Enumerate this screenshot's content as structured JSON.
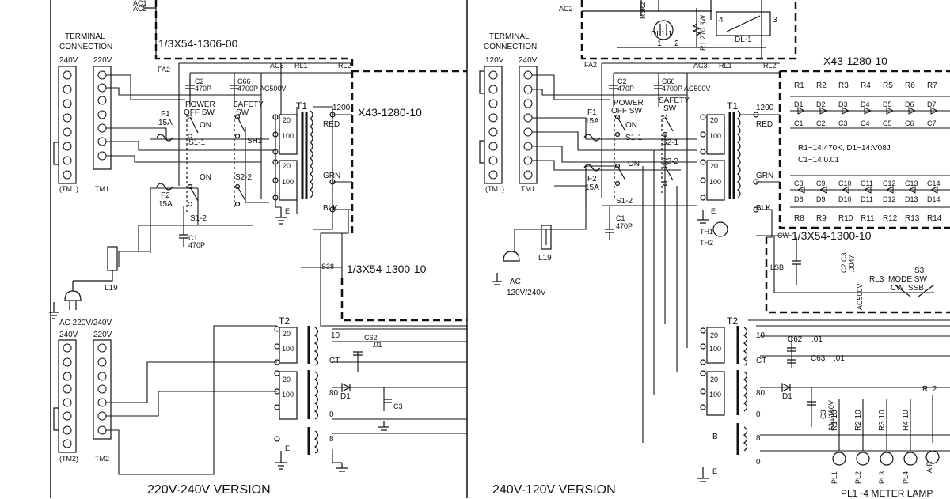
{
  "left_panel": {
    "terminal_title_1": "TERMINAL",
    "terminal_title_2": "CONNECTION",
    "tm1_col_a": "240V",
    "tm1_col_b": "220V",
    "tm1_label_a": "(TM1)",
    "tm1_label_b": "TM1",
    "unit_top": "1/3X54-1306-00",
    "unit_right": "X43-1280-10",
    "unit_mid": "1/3X54-1300-10",
    "ac_top_1": "AC1",
    "ac_top_2": "AC2",
    "fa2": "FA2",
    "ac3": "AC3",
    "rl1": "RL1",
    "rl2": "RL2",
    "c2": "C2",
    "c2_val": "470P",
    "c66": "C66",
    "c66_val": "4700P AC500V",
    "power_sw": "POWER",
    "power_sw2": "OFF SW",
    "on": "ON",
    "safety_sw": "SAFETY",
    "safety_sw2": "SW",
    "f1": "F1",
    "f1_val": "15A",
    "s1_1": "S1-1",
    "sh2": "SH2",
    "s2_2": "S2-2",
    "f2": "F2",
    "f2_val": "15A",
    "s1_2": "S1-2",
    "c1": "C1",
    "c1_val": "470P",
    "t1": "T1",
    "v1200": "1200",
    "red": "RED",
    "grn": "GRN",
    "blk": "BLK",
    "e": "E",
    "tap20": "20",
    "tap100": "100",
    "l19": "L19",
    "ac_in": "AC 220V/240V",
    "tm2_col_a": "240V",
    "tm2_col_b": "220V",
    "tm2_label_a": "(TM2)",
    "tm2_label_b": "TM2",
    "t2": "T2",
    "ten": "10",
    "ct": "CT",
    "eighty": "80",
    "eight": "8",
    "zero": "0",
    "d1": "D1",
    "c3": "C3",
    "c62": "C62",
    "c62_val": ".01",
    "s38": "S38",
    "version": "220V-240V  VERSION"
  },
  "right_panel": {
    "terminal_title_1": "TERMINAL",
    "terminal_title_2": "CONNECTION",
    "tm1_col_a": "120V",
    "tm1_col_b": "240V",
    "tm1_label_a": "(TM1)",
    "tm1_label_b": "TM1",
    "unit_right": "X43-1280-10",
    "unit_mid": "1/3X54-1300-10",
    "ac2": "AC2",
    "dl1_1": "DL1-1",
    "dl1": "DL-1",
    "r1": "R1 270 3W",
    "r3": "R3",
    "r2": "R2",
    "pin4": "4",
    "pin3": "3",
    "pin1": "1",
    "pin2": "2",
    "fa2": "FA2",
    "ac3": "AC3",
    "rl1": "RL1",
    "rl2": "RL2",
    "c2": "C2",
    "c2_val": "470P",
    "c66": "C66",
    "c66_val": "4700P AC500V",
    "power_sw": "POWER",
    "power_sw2": "OFF SW",
    "safety_sw": "SAFETY",
    "safety_sw2": "SW",
    "f1": "F1",
    "f1_val": "15A",
    "on": "ON",
    "s1_1": "S1-1",
    "s2_1": "S2-1",
    "s2_2": "S2-2",
    "f2": "F2",
    "f2_val": "15A",
    "s1_2": "S1-2",
    "c1": "C1",
    "c1_val": "470P",
    "t1": "T1",
    "v1200": "1200",
    "red": "RED",
    "grn": "GRN",
    "blk": "BLK",
    "e": "E",
    "tap20": "20",
    "tap100": "100",
    "th1": "TH1",
    "th2": "TH2",
    "cw": "CW",
    "l19": "L19",
    "ac_in_1": "AC",
    "ac_in_2": "120V/240V",
    "rarr_top": [
      "R1",
      "R2",
      "R3",
      "R4",
      "R5",
      "R6",
      "R7"
    ],
    "darr_top": [
      "D1",
      "D2",
      "D3",
      "D4",
      "D5",
      "D6",
      "D7"
    ],
    "carr_top": [
      "C1",
      "C2",
      "C3",
      "C4",
      "C5",
      "C6",
      "C7"
    ],
    "spec_1": "R1~14:470K, D1~14:V08J",
    "spec_2": "C1~14:0.01",
    "carr_bot": [
      "C8",
      "C9",
      "C10",
      "C11",
      "C12",
      "C13",
      "C14"
    ],
    "darr_bot": [
      "D8",
      "D9",
      "D10",
      "D11",
      "D12",
      "D13",
      "D14"
    ],
    "rarr_bot": [
      "R8",
      "R9",
      "R10",
      "R11",
      "R12",
      "R13",
      "R14"
    ],
    "c2c3": "C2,C3",
    "c2c3_val": ".0047",
    "c2c3_v": "AC500V",
    "lsb": "LSB",
    "s3": "S3",
    "rl3": "RL3",
    "mode_sw": "MODE SW",
    "cw2": "CW",
    "ssb": "SSB",
    "t2": "T2",
    "ten": "10",
    "ct": "CT",
    "eighty": "80",
    "eight": "8",
    "zero": "0",
    "b": "B",
    "d1": "D1",
    "c62": "C62",
    "c62_val": ".01",
    "c63": "C63",
    "c63_val": ".01",
    "c3": "C3",
    "c3_val": "33µ/160V",
    "rl2b": "RL2",
    "meter_r": [
      "R1 10",
      "R2 10",
      "R3 10",
      "R4 10"
    ],
    "pl": [
      "PL1",
      "PL2",
      "PL3",
      "PL4"
    ],
    "meter_lamp": "PL1~4 METER LAMP",
    "air": "AIR",
    "version": "240V-120V  VERSION"
  }
}
